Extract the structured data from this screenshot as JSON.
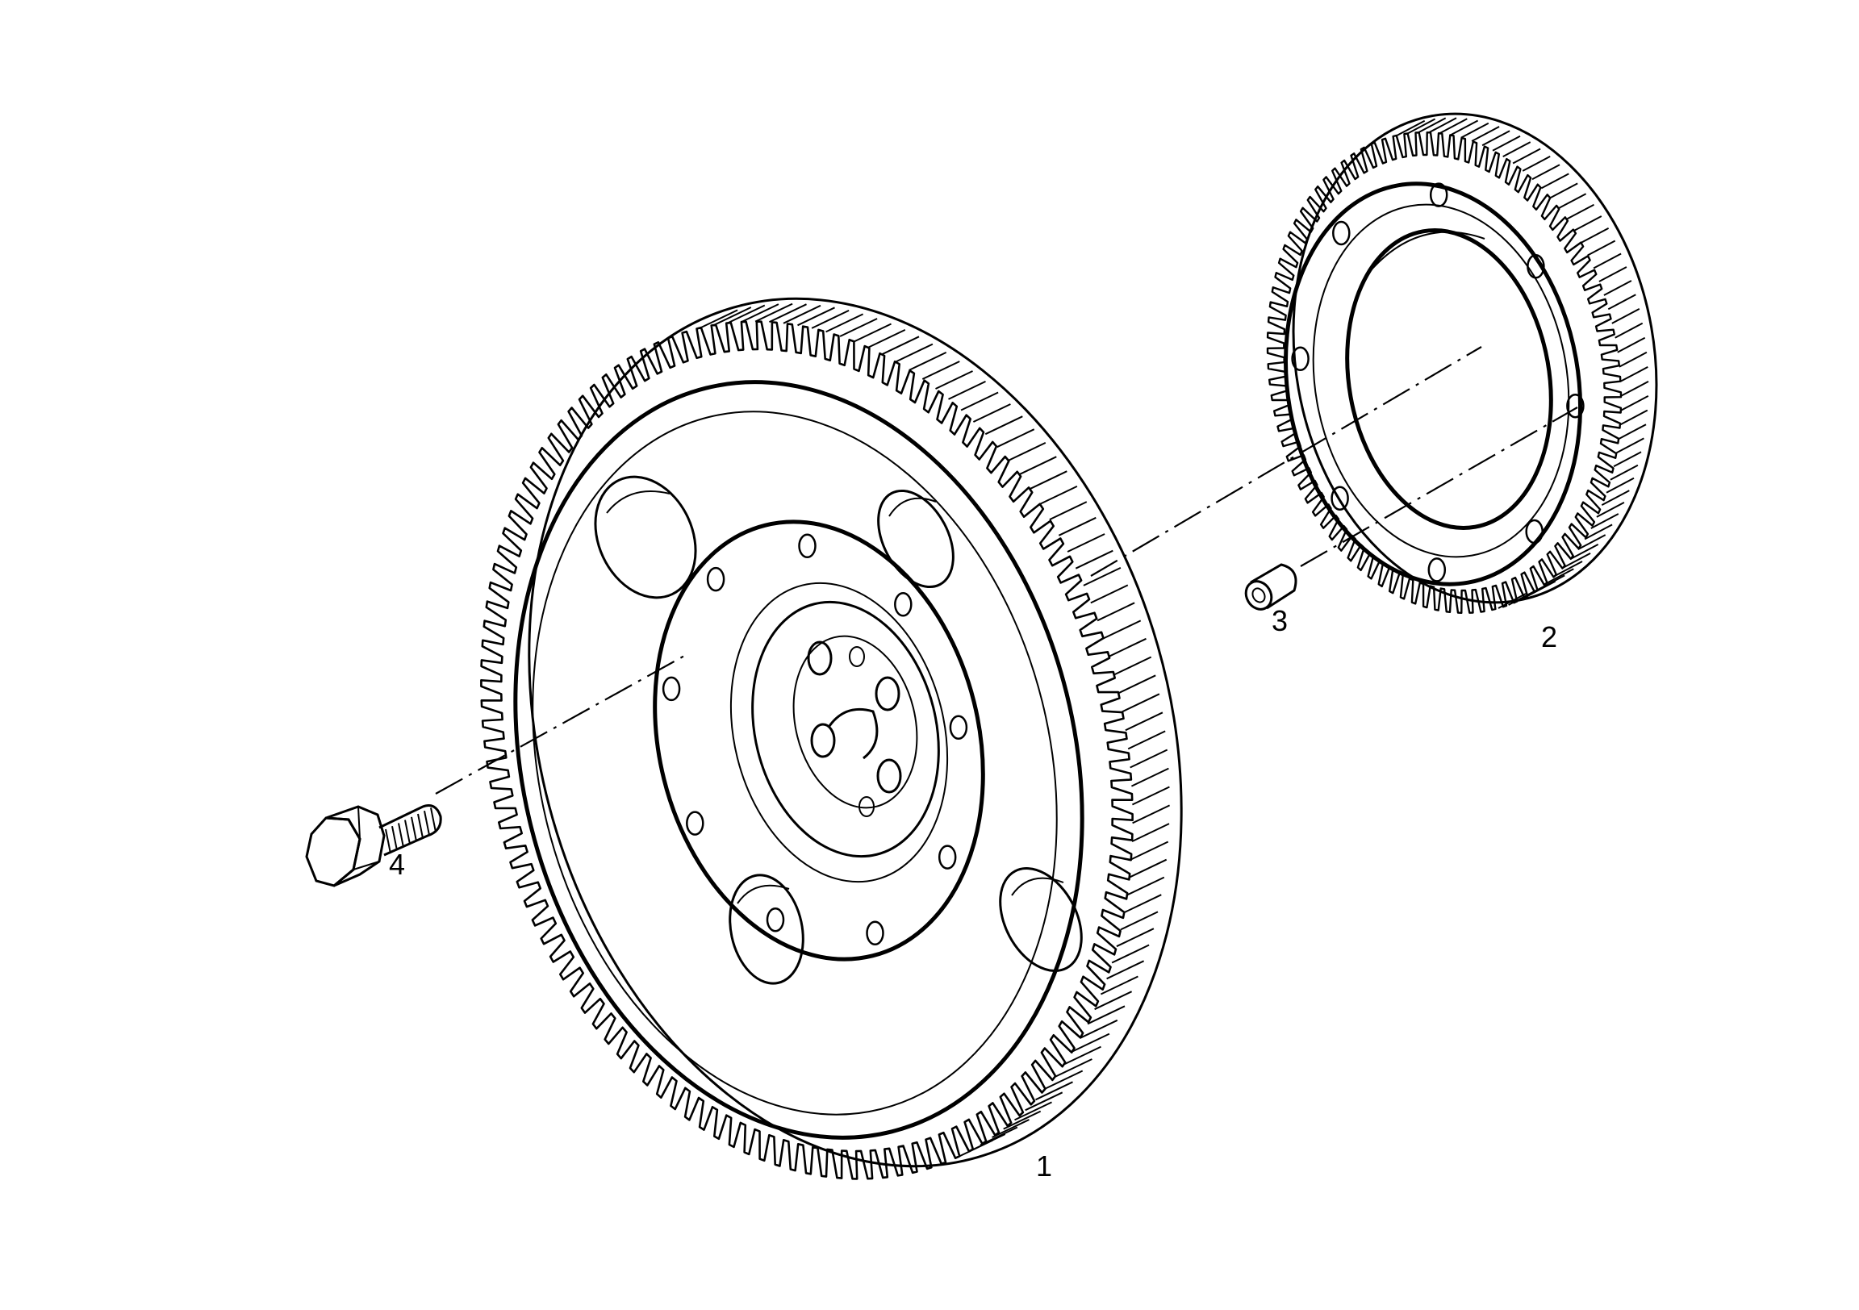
{
  "diagram": {
    "colors": {
      "ink": "#000000",
      "paper": "#ffffff"
    },
    "parts": [
      {
        "id": "flywheel",
        "callout": "1"
      },
      {
        "id": "ring-gear",
        "callout": "2"
      },
      {
        "id": "dowel-pin",
        "callout": "3"
      },
      {
        "id": "hex-bolt",
        "callout": "4"
      }
    ]
  }
}
